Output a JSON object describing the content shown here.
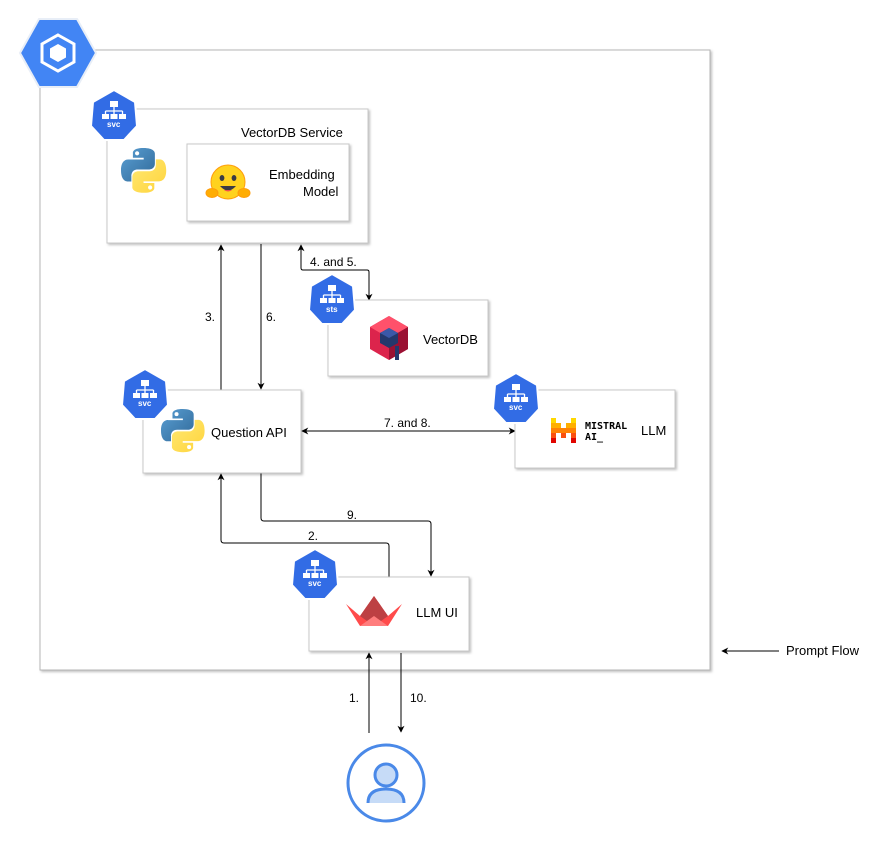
{
  "services": {
    "vectordb_service": {
      "title": "VectorDB Service",
      "badge": "svc"
    },
    "embedding_model": {
      "line1": "Embedding",
      "line2": "Model"
    },
    "vectordb": {
      "title": "VectorDB",
      "badge": "sts"
    },
    "question_api": {
      "title": "Question API",
      "badge": "svc"
    },
    "llm": {
      "title": "LLM",
      "brand_line1": "MISTRAL",
      "brand_line2": "AI_",
      "badge": "svc"
    },
    "llm_ui": {
      "title": "LLM UI",
      "badge": "svc"
    }
  },
  "steps": {
    "s1": "1.",
    "s2": "2.",
    "s3": "3.",
    "s4_5": "4. and 5.",
    "s6": "6.",
    "s7_8": "7. and 8.",
    "s9": "9.",
    "s10": "10."
  },
  "legend": {
    "label": "Prompt Flow"
  },
  "colors": {
    "k8s_blue": "#326ce5",
    "gke_blue": "#4285f4",
    "user_blue": "#4a89e8",
    "mistral_orange": "#f7760f",
    "streamlit_red": "#ff4b4b"
  },
  "icons": [
    "gke-hexagon-icon",
    "svc-icon",
    "sts-icon",
    "python-logo-icon",
    "huggingface-logo-icon",
    "qdrant-logo-icon",
    "mistral-logo-icon",
    "streamlit-logo-icon",
    "user-icon"
  ]
}
